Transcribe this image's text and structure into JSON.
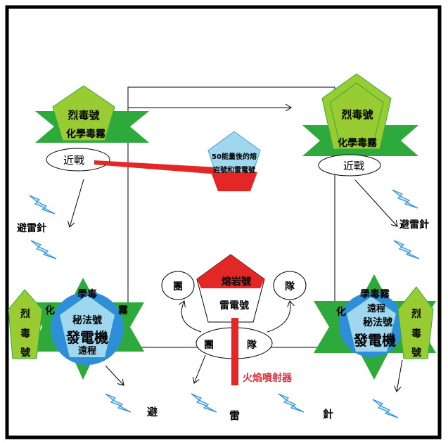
{
  "colors": {
    "frame": "#000000",
    "lime": "#99cc33",
    "lime_light": "#bfe15a",
    "green": "#2eaa3c",
    "blue_circle": "#2f8fd6",
    "pale_blue": "#9fd8ee",
    "red": "#e32626",
    "flame_text": "#d8313b",
    "bolt_fill": "#bfe7f5",
    "bolt_edge": "#2f8fd6"
  },
  "top_left": {
    "pentagon_label": "烈毒號",
    "banner_label": "化學毒霧",
    "melee_label": "近戰",
    "lightning_rod_label": "避雷針"
  },
  "top_right": {
    "pentagon_label": "烈毒號",
    "banner_label": "化學毒霧",
    "melee_label": "近戰",
    "lightning_rod_label": "避雷針"
  },
  "center_top": {
    "pentagon_line1": "50能量後的熔",
    "pentagon_line2": "岩號和雷電號"
  },
  "center_bottom": {
    "pentagon_top_label": "熔岩號",
    "pentagon_bottom_label": "雷電號",
    "left_circle": "團",
    "right_circle": "隊",
    "oval_left": "團",
    "oval_right": "隊",
    "flame_label": "火焰噴射器"
  },
  "bottom_left": {
    "small_pentagon": [
      "烈",
      "毒",
      "號"
    ],
    "star_chars": [
      "學毒",
      "化",
      "霧"
    ],
    "circle_line1": "秘法號",
    "circle_line2": "發電機",
    "circle_line3": "遠程"
  },
  "bottom_right": {
    "small_pentagon": [
      "烈",
      "毒",
      "號"
    ],
    "star_chars": [
      "學毒霧",
      "化"
    ],
    "circle_line1": "遠程",
    "circle_line2": "秘法號",
    "circle_line3": "發電機"
  },
  "bottom_text": [
    "避",
    "雷",
    "針"
  ]
}
